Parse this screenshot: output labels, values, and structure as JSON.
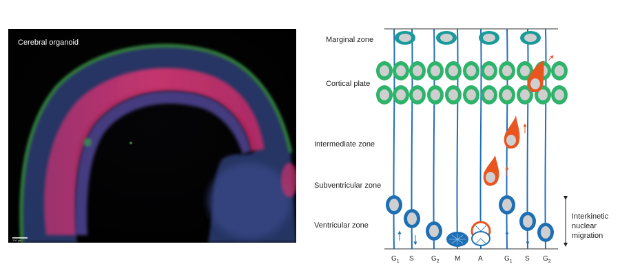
{
  "photo": {
    "caption": "Cerebral organoid",
    "scale_bar": "100 µm"
  },
  "zones": [
    "Marginal zone",
    "Cortical plate",
    "Intermediate zone",
    "Subventricular zone",
    "Ventricular zone"
  ],
  "phases": [
    {
      "base": "G",
      "sub": "1"
    },
    {
      "base": "S",
      "sub": ""
    },
    {
      "base": "G",
      "sub": "2"
    },
    {
      "base": "M",
      "sub": ""
    },
    {
      "base": "A",
      "sub": ""
    },
    {
      "base": "G",
      "sub": "1"
    },
    {
      "base": "S",
      "sub": ""
    },
    {
      "base": "G",
      "sub": "2"
    }
  ],
  "interkinetic_label": [
    "Interkinetic",
    "nuclear",
    "migration"
  ],
  "colors": {
    "radial_glia": "#1f6fb5",
    "neuron": "#2eb36b",
    "marginal_cell": "#1a9a9a",
    "migrating_neuron": "#e8551f",
    "nucleus": "#cfcfcf"
  }
}
